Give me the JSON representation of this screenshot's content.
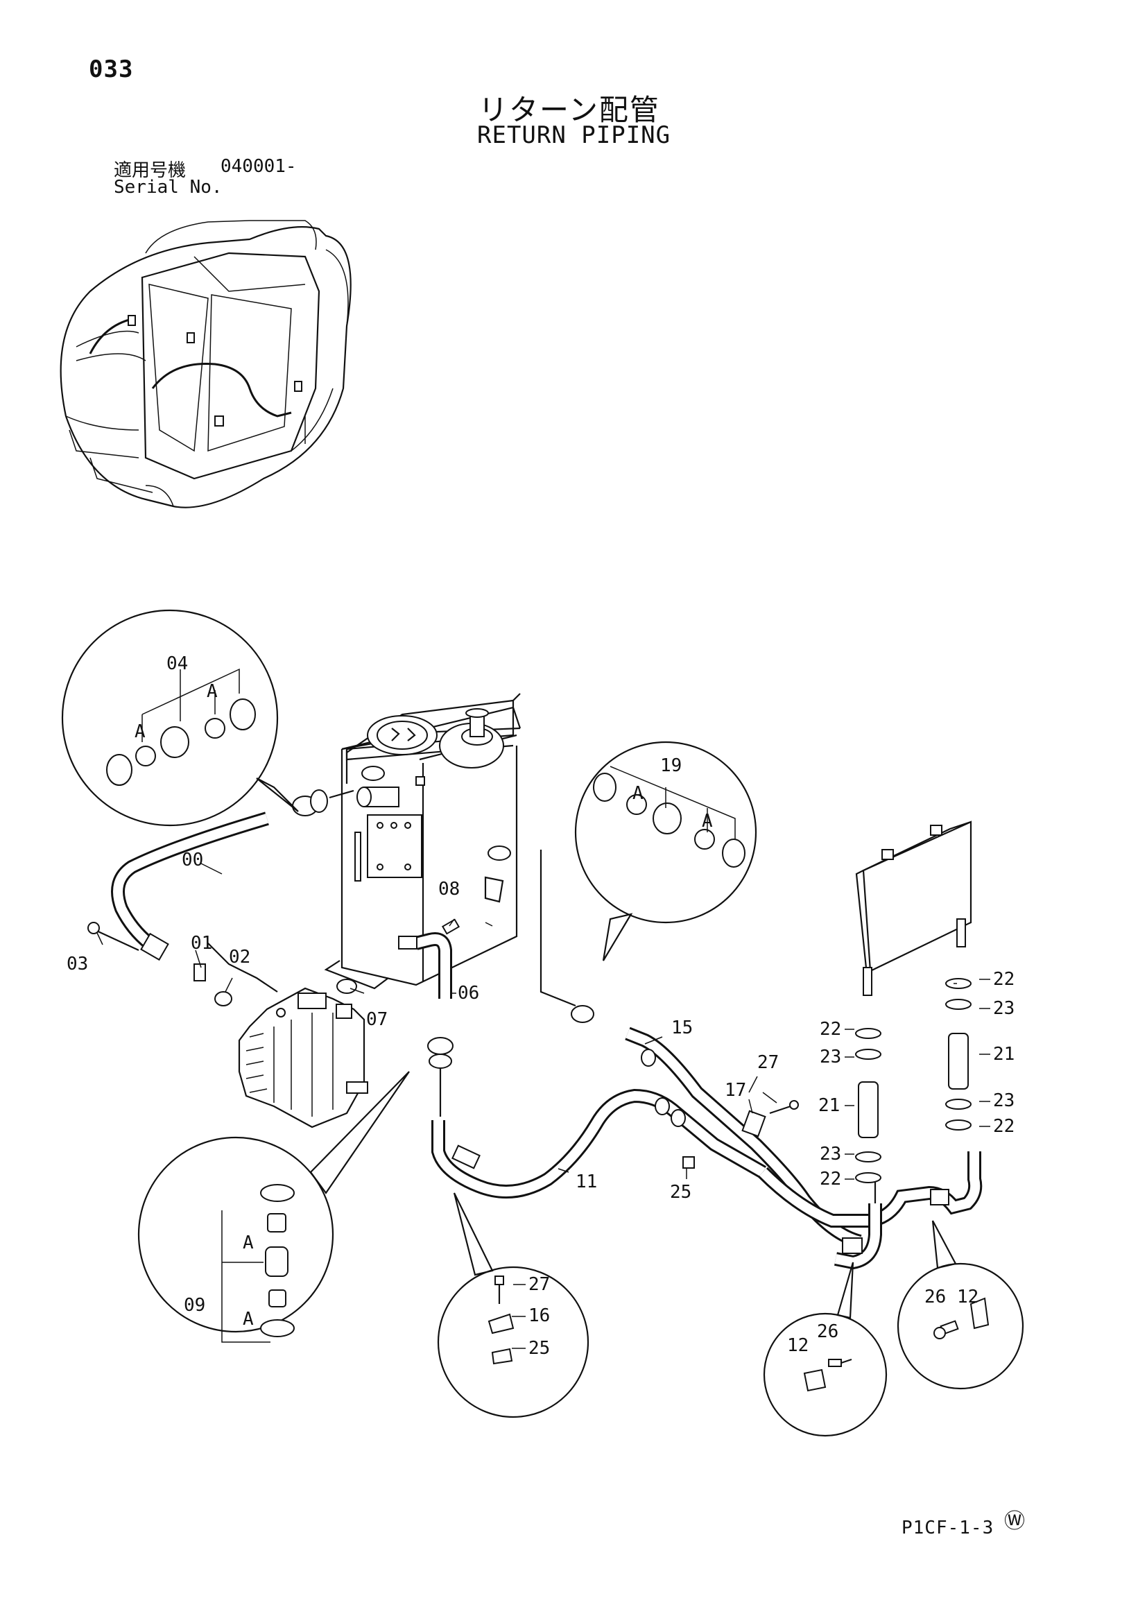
{
  "page_number": "033",
  "title_jp": "リターン配管",
  "title_en": "RETURN PIPING",
  "serial_label_jp": "適用号機",
  "serial_value": "040001-",
  "serial_label_en": "Serial No.",
  "drawing_code": "P1CF-1-3",
  "w_mark": "Ⓦ",
  "callouts": {
    "c00": "00",
    "c01": "01",
    "c02": "02",
    "c03": "03",
    "c04": "04",
    "c06": "06",
    "c07": "07",
    "c08": "08",
    "c09": "09",
    "c11": "11",
    "c12a": "12",
    "c12b": "12",
    "c15": "15",
    "c16": "16",
    "c17": "17",
    "c19": "19",
    "c21a": "21",
    "c21b": "21",
    "c22a": "22",
    "c22b": "22",
    "c22c": "22",
    "c22d": "22",
    "c23a": "23",
    "c23b": "23",
    "c23c": "23",
    "c23d": "23",
    "c25a": "25",
    "c25b": "25",
    "c26a": "26",
    "c26b": "26",
    "c27a": "27",
    "c27b": "27",
    "a1": "A",
    "a2": "A",
    "a3": "A",
    "a4": "A",
    "a5": "A",
    "a6": "A"
  }
}
